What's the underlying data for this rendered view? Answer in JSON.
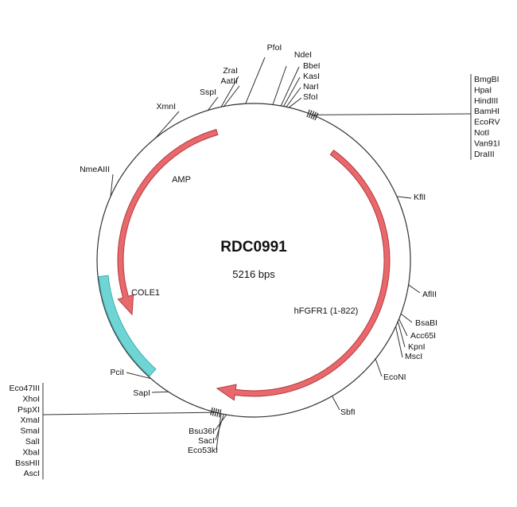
{
  "plasmid": {
    "name": "RDC0991",
    "size_label": "5216 bps"
  },
  "colors": {
    "backbone": "#333333",
    "arrow_fill": "#e8686c",
    "arrow_stroke": "#b23a3e",
    "ori_fill": "#6fd4d4",
    "ori_stroke": "#3fb0b0",
    "line": "#333333"
  },
  "features": [
    {
      "id": "amp",
      "label": "AMP",
      "type": "arrow",
      "start_deg": 344,
      "end_deg": 246,
      "direction": "ccw",
      "color": "arrow_fill"
    },
    {
      "id": "hfgfr1",
      "label": "hFGFR1 (1-822)",
      "type": "arrow",
      "start_deg": 36,
      "end_deg": 196,
      "direction": "cw",
      "color": "arrow_fill"
    },
    {
      "id": "cole1",
      "label": "COLE1",
      "type": "box",
      "start_deg": 222,
      "end_deg": 264,
      "color": "ori_fill"
    }
  ],
  "sites": [
    {
      "label": "PfoI",
      "deg": 357
    },
    {
      "label": "NdeI",
      "deg": 7
    },
    {
      "label": "BbeI",
      "deg": 10
    },
    {
      "label": "KasI",
      "deg": 11
    },
    {
      "label": "NarI",
      "deg": 12
    },
    {
      "label": "SfoI",
      "deg": 13
    },
    {
      "label": "ZraI",
      "deg": 348
    },
    {
      "label": "AatII",
      "deg": 349
    },
    {
      "label": "SspI",
      "deg": 343
    },
    {
      "label": "XmnI",
      "deg": 321
    },
    {
      "label": "NmeAIII",
      "deg": 294
    },
    {
      "label": "KflI",
      "deg": 66
    },
    {
      "label": "AflII",
      "deg": 99
    },
    {
      "label": "BsaBI",
      "deg": 110
    },
    {
      "label": "Acc65I",
      "deg": 112
    },
    {
      "label": "KpnI",
      "deg": 113
    },
    {
      "label": "MscI",
      "deg": 115
    },
    {
      "label": "EcoNI",
      "deg": 129
    },
    {
      "label": "SbfI",
      "deg": 150
    },
    {
      "label": "Bsu36I",
      "deg": 190
    },
    {
      "label": "SacI",
      "deg": 191
    },
    {
      "label": "Eco53kI",
      "deg": 192
    },
    {
      "label": "SapI",
      "deg": 213
    },
    {
      "label": "PciI",
      "deg": 221
    }
  ],
  "mcs_top": {
    "deg": 22,
    "labels": [
      "BmgBI",
      "HpaI",
      "HindIII",
      "BamHI",
      "EcoRV",
      "NotI",
      "Van91I",
      "DraIII"
    ]
  },
  "mcs_bottom": {
    "deg": 194,
    "labels": [
      "Eco47III",
      "XhoI",
      "PspXI",
      "XmaI",
      "SmaI",
      "SalI",
      "XbaI",
      "BssHII",
      "AscI"
    ]
  }
}
